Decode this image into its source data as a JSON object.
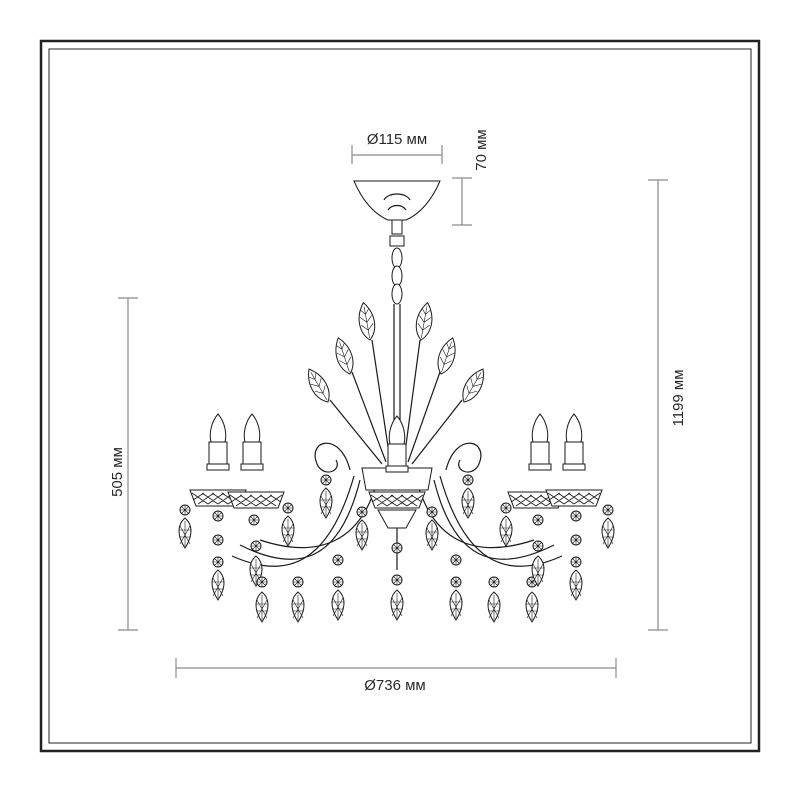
{
  "dimensions": {
    "canopy_diameter": "Ø115 мм",
    "canopy_height": "70 мм",
    "total_height": "1199 мм",
    "body_height": "505 мм",
    "overall_diameter": "Ø736 мм"
  },
  "colors": {
    "line": "#1a1a1a",
    "dimension_line": "#8a8a8a",
    "frame": "#222222",
    "background": "#ffffff"
  }
}
